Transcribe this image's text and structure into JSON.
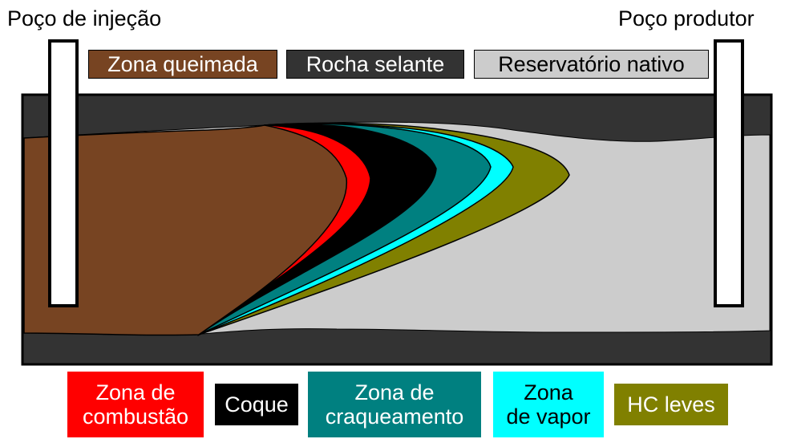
{
  "wells": {
    "injector": "Poço de injeção",
    "producer": "Poço produtor"
  },
  "legend_top": [
    {
      "label": "Zona queimada",
      "color": "#774422",
      "text_color": "#ffffff"
    },
    {
      "label": "Rocha selante",
      "color": "#333333",
      "text_color": "#ffffff"
    },
    {
      "label": "Reservatório nativo",
      "color": "#cccccc",
      "text_color": "#000000"
    }
  ],
  "legend_bottom": [
    {
      "lines": [
        "Zona de",
        "combustão"
      ],
      "color": "#ff0000",
      "text_color": "#ffffff"
    },
    {
      "lines": [
        "Coque"
      ],
      "color": "#000000",
      "text_color": "#ffffff"
    },
    {
      "lines": [
        "Zona de",
        "craqueamento"
      ],
      "color": "#008080",
      "text_color": "#ffffff"
    },
    {
      "lines": [
        "Zona",
        "de vapor"
      ],
      "color": "#00ffff",
      "text_color": "#000000"
    },
    {
      "lines": [
        "HC leves"
      ],
      "color": "#808000",
      "text_color": "#ffffff"
    }
  ]
}
